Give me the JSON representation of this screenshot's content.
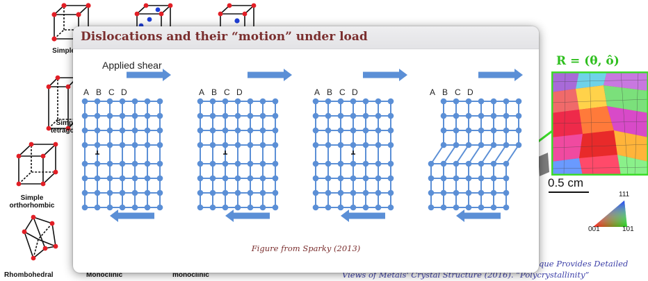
{
  "background": {
    "lattice_labels": [
      {
        "id": "simple-cubic",
        "text": "Simple cubic"
      },
      {
        "id": "simple-tetragonal",
        "text": "Simple tetragonal"
      },
      {
        "id": "simple-orthorhombic",
        "text": "Simple orthorhombic"
      },
      {
        "id": "rhombohedral",
        "text": "Rhombohedral"
      },
      {
        "id": "monoclinic",
        "text": "Monoclinic"
      },
      {
        "id": "base-monoclinic",
        "text": "monoclinic"
      }
    ],
    "micrograph": {
      "formula": "R = (θ, ô)",
      "scale_bar": "0.5 cm",
      "ipf_corners": [
        "111",
        "001",
        "101"
      ]
    },
    "citation_lines": [
      "que Provides Detailed",
      "Views of Metals' Crystal Structure (2016). “Polycrystallinity”"
    ]
  },
  "overlay": {
    "title": "Dislocations and their “motion” under load",
    "shear_label": "Applied shear",
    "column_letters": [
      "A",
      "B",
      "C",
      "D"
    ],
    "caption": "Figure from Sparky (2013)",
    "colors": {
      "node": "#5b8fd6",
      "line": "#5b8fd6",
      "arrow": "#5b8fd6",
      "title": "#7a2e2e"
    }
  }
}
